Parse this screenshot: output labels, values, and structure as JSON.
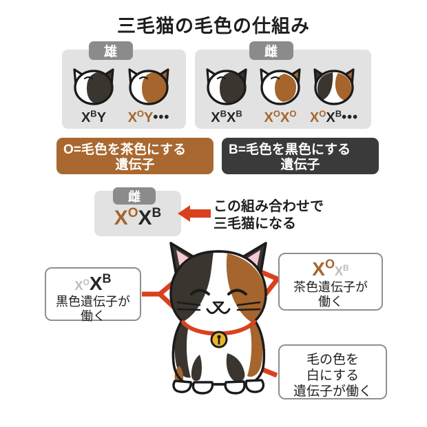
{
  "title": "三毛猫の毛色の仕組み",
  "palette": {
    "orange_gene": "#a5652c",
    "black_gene": "#262626",
    "panel_bg": "#e2e2e2",
    "pill_bg": "#8b8b8b",
    "legend_o_bg": "#a9682f",
    "legend_b_bg": "#3a3a3a",
    "arrow_red": "#d9411e",
    "callout_border": "#8f8f8f",
    "cat_black": "#3a352f",
    "cat_brown": "#a5652c",
    "cat_white": "#ffffff",
    "ear_pink": "#f6c9d4",
    "collar": "#d9411e",
    "bell": "#e8b52b"
  },
  "sections": {
    "male": {
      "label": "雄",
      "cats": [
        {
          "name": "male-black",
          "geno_plain": "XBY",
          "parts": [
            {
              "base": "X",
              "sup": "B",
              "color": "black"
            },
            {
              "base": "Y",
              "sup": "",
              "color": "black"
            }
          ],
          "dots": "",
          "patch": "black"
        },
        {
          "name": "male-orange",
          "geno_plain": "XOY…",
          "parts": [
            {
              "base": "X",
              "sup": "O",
              "color": "orange"
            },
            {
              "base": "Y",
              "sup": "",
              "color": "orange"
            }
          ],
          "dots": "•••",
          "patch": "brown"
        }
      ]
    },
    "female": {
      "label": "雌",
      "cats": [
        {
          "name": "female-black",
          "geno_plain": "XBXB",
          "parts": [
            {
              "base": "X",
              "sup": "B",
              "color": "black"
            },
            {
              "base": "X",
              "sup": "B",
              "color": "black"
            }
          ],
          "dots": "",
          "patch": "black"
        },
        {
          "name": "female-orange",
          "geno_plain": "XOXO",
          "parts": [
            {
              "base": "X",
              "sup": "O",
              "color": "orange"
            },
            {
              "base": "X",
              "sup": "O",
              "color": "orange"
            }
          ],
          "dots": "",
          "patch": "brown"
        },
        {
          "name": "female-calico",
          "geno_plain": "XOXB…",
          "parts": [
            {
              "base": "X",
              "sup": "O",
              "color": "orange"
            },
            {
              "base": "X",
              "sup": "B",
              "color": "black"
            }
          ],
          "dots": "•••",
          "patch": "calico"
        }
      ]
    }
  },
  "legend": {
    "orange": {
      "line1": "O=毛色を茶色にする",
      "line2": "遺伝子"
    },
    "black": {
      "line1": "B=毛色を黒色にする",
      "line2": "遺伝子"
    }
  },
  "combination": {
    "sex_label": "雌",
    "geno_left_base": "X",
    "geno_left_sup": "O",
    "geno_right_base": "X",
    "geno_right_sup": "B",
    "note_line1": "この組み合わせで",
    "note_line2": "三毛猫になる"
  },
  "callouts": {
    "black": {
      "dim_base": "X",
      "dim_sup": "O",
      "bold_base": "X",
      "bold_sup": "B",
      "line1": "黒色遺伝子が",
      "line2": "働く"
    },
    "brown": {
      "bold_base": "X",
      "bold_sup": "O",
      "dim_base": "X",
      "dim_sup": "B",
      "line1": "茶色遺伝子が",
      "line2": "働く"
    },
    "white": {
      "line1": "毛の色を",
      "line2": "白にする",
      "line3": "遺伝子が働く"
    }
  }
}
